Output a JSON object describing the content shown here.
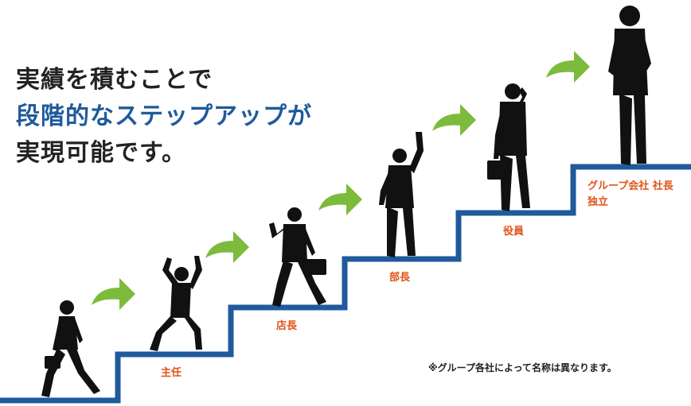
{
  "headline": {
    "line1": "実績を積むことで",
    "line2": "段階的なステップアップが",
    "line3": "実現可能です。"
  },
  "steps": [
    {
      "label": "主任"
    },
    {
      "label": "店長"
    },
    {
      "label": "部長"
    },
    {
      "label": "役員"
    },
    {
      "label_line1": "グループ会社 社長",
      "label_line2": "独立"
    }
  ],
  "note": "※グループ各社によって名称は異なります。",
  "colors": {
    "stairs": "#1f5a9c",
    "arrow": "#7dbb3c",
    "label": "#e0531a",
    "figure": "#111111"
  }
}
